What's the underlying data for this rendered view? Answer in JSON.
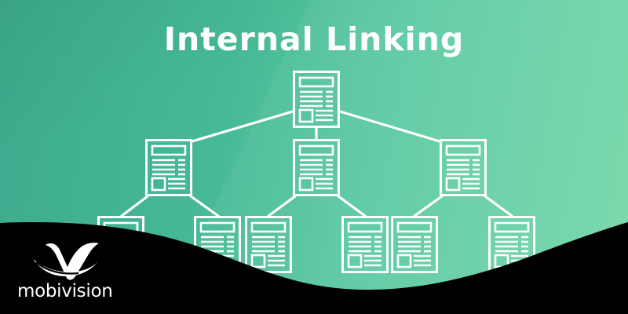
{
  "banner": {
    "title": "Internal Linking",
    "colors": {
      "gradient_start": "#3daa8c",
      "gradient_end": "#76d7a9",
      "foreground": "#ffffff",
      "wave": "#000000"
    }
  },
  "diagram": {
    "type": "hierarchy-tree",
    "node_icon": "document-page-icon",
    "levels": [
      {
        "level": 1,
        "node_count": 1
      },
      {
        "level": 2,
        "node_count": 3
      },
      {
        "level": 3,
        "node_count": 6
      }
    ]
  },
  "brand": {
    "logo_icon": "mobivision-v-logo-icon",
    "name": "mobivision"
  }
}
